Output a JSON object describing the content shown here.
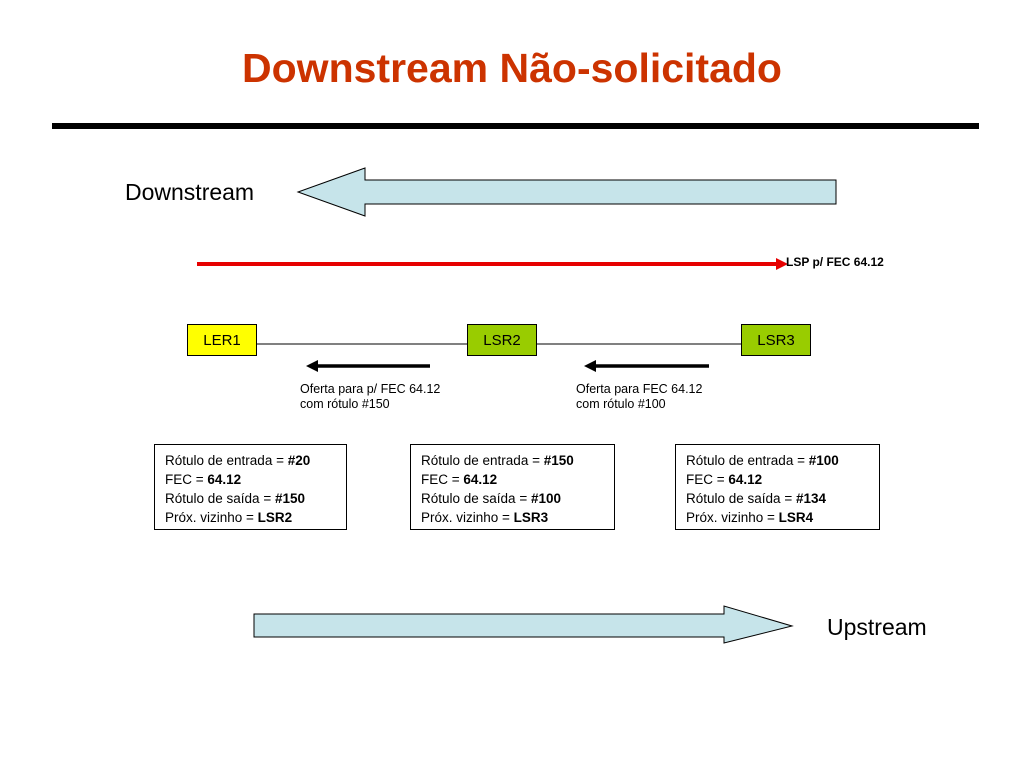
{
  "title": "Downstream Não-solicitado",
  "downstream_label": "Downstream",
  "upstream_label": "Upstream",
  "lsp_label": "LSP p/ FEC 64.12",
  "colors": {
    "title": "#cc3300",
    "arrow_fill": "#c6e4ea",
    "lsp_line": "#e60000",
    "ler_fill": "#ffff00",
    "lsr_fill": "#99cc00"
  },
  "nodes": [
    {
      "label": "LER1"
    },
    {
      "label": "LSR2"
    },
    {
      "label": "LSR3"
    }
  ],
  "offers": [
    {
      "line1": "Oferta para p/ FEC 64.12",
      "line2": "com rótulo #150"
    },
    {
      "line1": "Oferta para FEC 64.12",
      "line2": "com rótulo #100"
    }
  ],
  "tables": [
    {
      "in_label": "Rótulo de entrada = ",
      "in_value": "#20",
      "fec_label": "FEC = ",
      "fec_value": "64.12",
      "out_label": "Rótulo de saída = ",
      "out_value": "#150",
      "next_label": "Próx. vizinho = ",
      "next_value": "LSR2"
    },
    {
      "in_label": "Rótulo de entrada = ",
      "in_value": "#150",
      "fec_label": "FEC = ",
      "fec_value": "64.12",
      "out_label": "Rótulo de saída = ",
      "out_value": "#100",
      "next_label": "Próx. vizinho = ",
      "next_value": "LSR3"
    },
    {
      "in_label": "Rótulo de entrada = ",
      "in_value": "#100",
      "fec_label": "FEC = ",
      "fec_value": "64.12",
      "out_label": "Rótulo de saída = ",
      "out_value": "#134",
      "next_label": "Próx. vizinho = ",
      "next_value": "LSR4"
    }
  ]
}
